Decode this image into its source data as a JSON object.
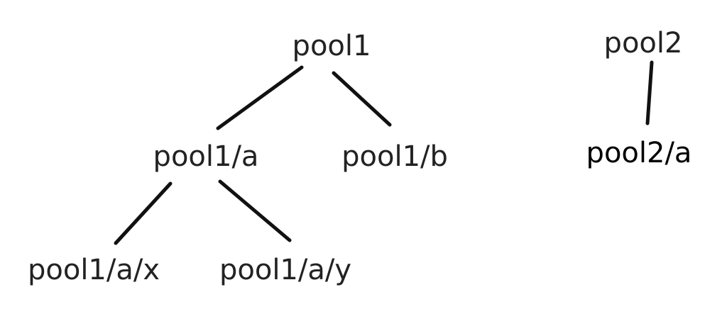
{
  "nodes": {
    "pool1": "pool1",
    "pool1_a": "pool1/a",
    "pool1_b": "pool1/b",
    "pool1_a_x": "pool1/a/x",
    "pool1_a_y": "pool1/a/y",
    "pool2": "pool2",
    "pool2_a": "pool2/a"
  }
}
